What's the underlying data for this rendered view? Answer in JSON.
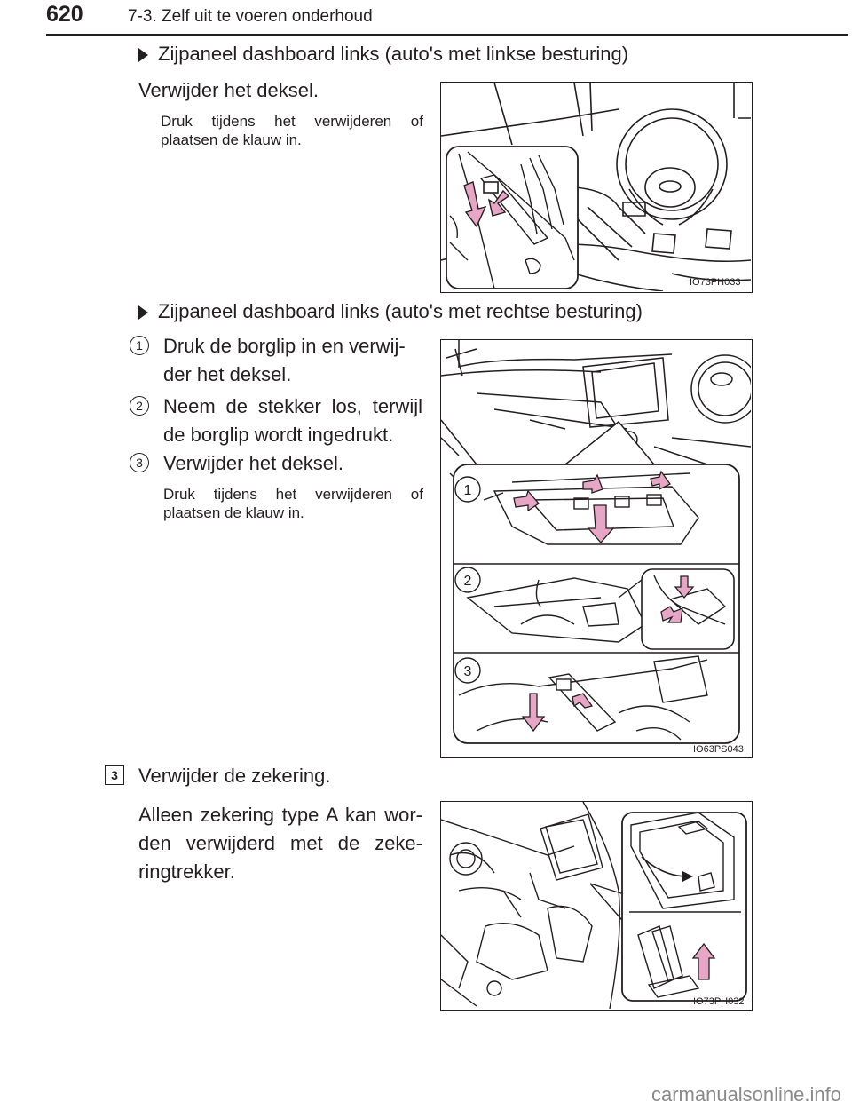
{
  "header": {
    "page_number": "620",
    "chapter_title": "7-3. Zelf uit te voeren onderhoud"
  },
  "section_left": {
    "heading": "Zijpaneel dashboard links (auto's met linkse besturing)",
    "instruction": "Verwijder het deksel.",
    "note": "Druk tijdens het verwijderen of plaatsen de klauw in.",
    "figure_code": "IO73PH033"
  },
  "section_right": {
    "heading": "Zijpaneel dashboard links (auto's met rechtse besturing)",
    "steps": [
      {
        "number": "1",
        "text": "Druk de borglip in en verwij-der het deksel."
      },
      {
        "number": "2",
        "text": "Neem de stekker los, terwijl de borglip wordt ingedrukt."
      },
      {
        "number": "3",
        "text": "Verwijder het deksel."
      }
    ],
    "step_line_a": [
      "Druk de borglip in en verwij-",
      "der het deksel."
    ],
    "step_line_b": [
      "Neem de stekker los, terwijl",
      "de borglip wordt ingedrukt."
    ],
    "note": "Druk tijdens het verwijderen of plaatsen de klauw in.",
    "figure_code": "IO63PS043",
    "inset_labels": [
      "1",
      "2",
      "3"
    ]
  },
  "fuse_step": {
    "number": "3",
    "instruction": "Verwijder de zekering.",
    "detail_lines": [
      "Alleen zekering type A kan wor-",
      "den verwijderd met de zeke-",
      "ringtrekker."
    ],
    "figure_code": "IO73PH032"
  },
  "watermark": "carmanualsonline.info",
  "colors": {
    "ink": "#231f20",
    "arrow_fill": "#e8a6c6",
    "watermark": "#8a8a8a"
  }
}
